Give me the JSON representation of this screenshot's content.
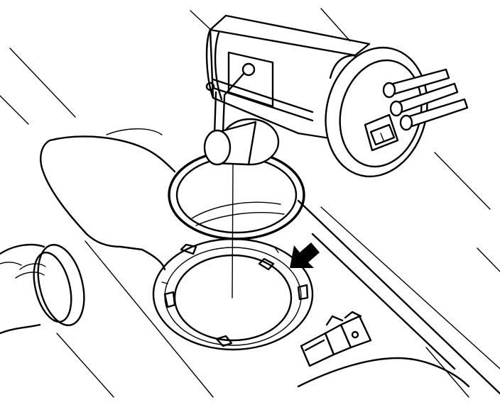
{
  "illustration": {
    "style": "black line art",
    "line_color": "#000000",
    "background_color": "#ffffff",
    "parts": [
      "fuel-pump-module",
      "seal-ring",
      "fuel-tank",
      "tank-opening",
      "fuel-pipe",
      "electrical-connector",
      "direction-arrow"
    ],
    "arrow_icon": "arrow-down-left-icon"
  }
}
